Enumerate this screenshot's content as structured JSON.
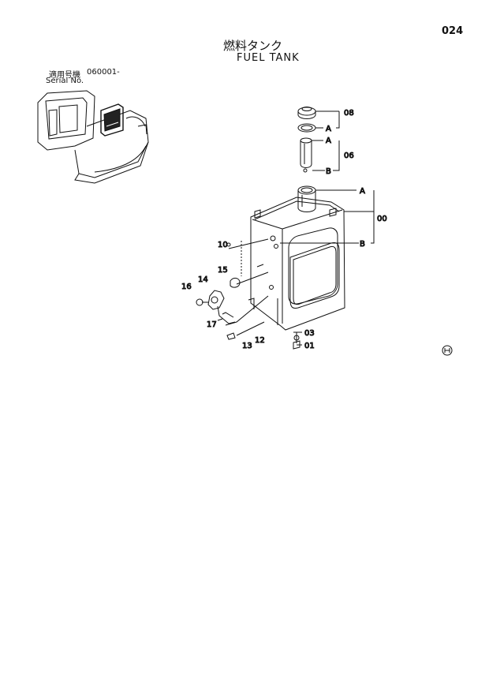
{
  "page": {
    "number": "024"
  },
  "title": {
    "japanese": "燃料タンク",
    "english": "FUEL TANK"
  },
  "serial": {
    "label_jp": "適用号機",
    "value": "060001-",
    "label_en": "Serial No."
  },
  "callouts": {
    "p08": "08",
    "p06": "06",
    "p00": "00",
    "p10": "10",
    "p15": "15",
    "p14": "14",
    "p16": "16",
    "p17": "17",
    "p12": "12",
    "p13": "13",
    "p03": "03",
    "p01": "01",
    "refA1": "A",
    "refA2": "A",
    "refA3": "A",
    "refB1": "B",
    "refB2": "B"
  },
  "logo": {
    "name": "hitachi-logo"
  }
}
